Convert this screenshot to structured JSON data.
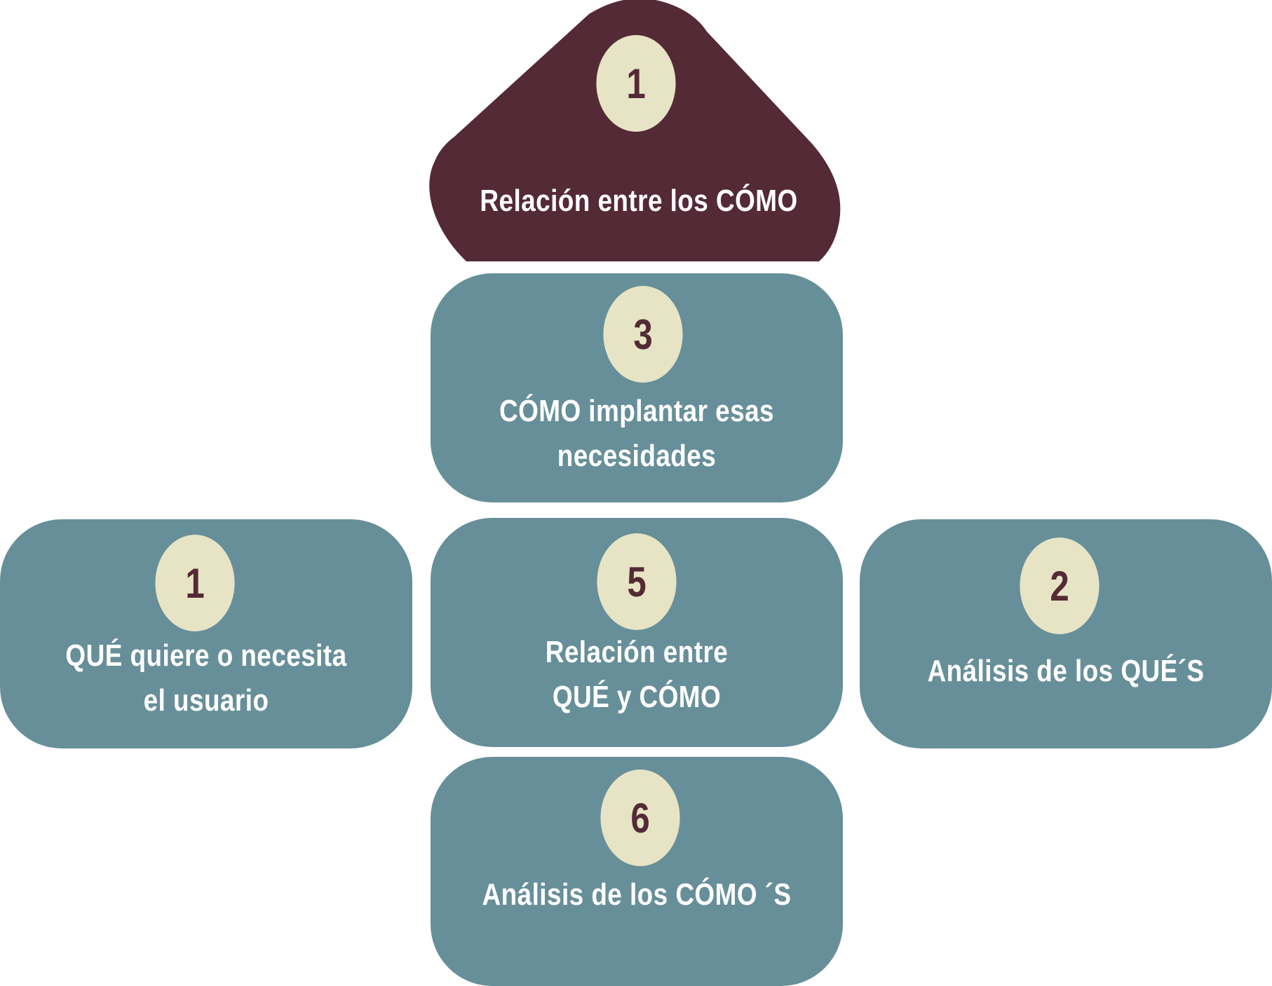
{
  "colors": {
    "block": "#678f99",
    "roof": "#542a36",
    "badge": "#e6e4c5",
    "badge_text": "#542a36",
    "label_text": "#ffffff"
  },
  "roof": {
    "number": "1",
    "label": "Relación entre los CÓMO"
  },
  "blocks": {
    "top": {
      "number": "3",
      "label": "CÓMO  implantar esas\nnecesidades"
    },
    "left": {
      "number": "1",
      "label": "QUÉ quiere o necesita\nel usuario"
    },
    "center": {
      "number": "5",
      "label": "Relación entre\nQUÉ y CÓMO"
    },
    "right": {
      "number": "2",
      "label": "Análisis de los QUÉ´S"
    },
    "bottom": {
      "number": "6",
      "label": "Análisis de los  CÓMO ´S"
    }
  }
}
